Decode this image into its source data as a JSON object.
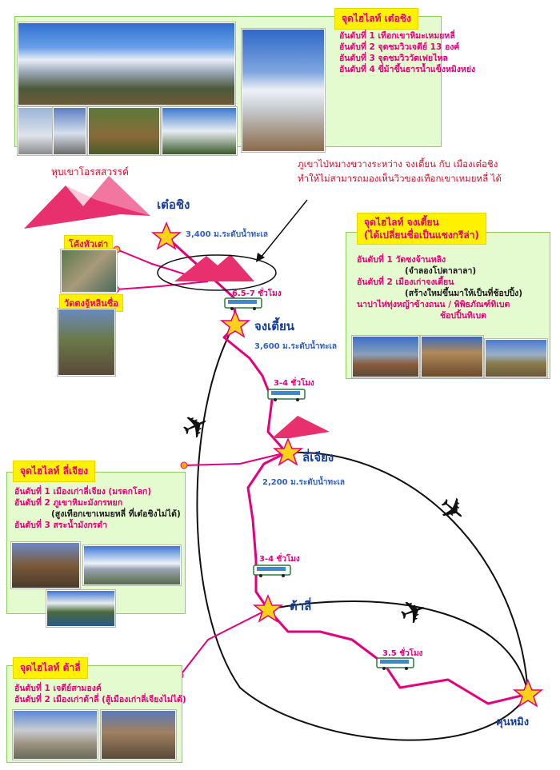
{
  "deqin": {
    "title": "จุดไฮไลท์ เต๋อชิง",
    "items": [
      "อันดับที่ 1 เทือกเขาหิมะเหมยหลี่",
      "อันดับที่ 2 จุดชมวิวเจดีย์ 13 องค์",
      "อันดับที่ 3 จุดชมวิววัดเฟยไหล",
      "อันดับที่ 4 ขี่ม้าขึ้นธารน้ำแข็งหมิงหย่ง"
    ]
  },
  "mountain_caption": "หุบเขาโอรสสวรรค์",
  "range_note": [
    "ภูเขาไป่หมางขวางระหว่าง จงเตี้ยน กับ เมืองเต๋อชิง",
    "ทำให้ไม่สามารถมองเห็นวิวของเทือกเขาเหมยหลี่ ได้"
  ],
  "zhongdian": {
    "title_line1": "จุดไฮไลท์ จงเตี้ยน",
    "title_line2": "(ได้เปลี่ยนชื่อเป็นแชงกรีล่า)",
    "items": [
      {
        "text": "อันดับที่ 1 วัดซงจ้านหลิง",
        "sub": false
      },
      {
        "text": "(จำลองโปตาลาลา)",
        "sub": true
      },
      {
        "text": "อันดับที่ 2 เมืองเก่าจงเตี้ยน",
        "sub": false
      },
      {
        "text": "(สร้างใหม่ขึ้นมาให้เป็นที่ช้อปปิ้ง)",
        "sub": true
      },
      {
        "text": "นาปาไห่ทุ่งหญ้าข้างถนน / พิพิธภัณฑ์ทิเบต",
        "sub": false
      },
      {
        "text": "ช้อปปิ้นทิเบต",
        "sub": false
      }
    ]
  },
  "lijiang": {
    "title": "จุดไฮไลท์ ลี่เจียง",
    "items": [
      {
        "text": "อันดับที่ 1 เมืองเก่าลี่เจียง (มรดกโลก)",
        "sub": false
      },
      {
        "text": "อันดับที่ 2 ภูเขาหิมะมังกรหยก",
        "sub": false
      },
      {
        "text": "(สูงเทือกเขาเหมยหลี่ ที่เต๋อชิงไม่ได้)",
        "sub": true
      },
      {
        "text": "อันดับที่ 3 สระน้ำมังกรดำ",
        "sub": false
      }
    ]
  },
  "dali": {
    "title": "จุดไฮไลท์ ต้าลี่",
    "items": [
      "อันดับที่ 1 เจดีย์สามองค์",
      "อันดับที่ 2 เมืองเก่าต้าลี่ (สู้เมืองเก่าลี่เจียงไม่ได้)"
    ]
  },
  "places": {
    "deqin": "เต๋อชิง",
    "zhongdian": "จงเตี้ยน",
    "lijiang": "ลี่เจียง",
    "dali": "ต้าลี่",
    "kunming": "คุนหมิง",
    "tiger_gorge": "โค้งหัวเต่า",
    "songzanlin": "วัดตงจู้หลินชื่อ"
  },
  "altitudes": {
    "deqin": "3,400 ม.ระดับน้ำทะเล",
    "zhongdian": "3,600 ม.ระดับน้ำทะเล",
    "lijiang": "2,200 ม.ระดับน้ำทะเล"
  },
  "durations": {
    "deqin_zhongdian": "6.5-7 ชั่วโมง",
    "zhongdian_lijiang": "3-4 ชั่วโมง",
    "lijiang_dali": "3-4 ชั่วโมง",
    "dali_kunming": "3.5 ชั่วโมง"
  },
  "colors": {
    "route": "#e4007c",
    "flight": "#111111",
    "box_bg": "#e4fbd0",
    "title_bg": "#fff200",
    "star": "#ffd21a",
    "city_text": "#153c9c",
    "altitude_text": "#2f5fc8"
  }
}
